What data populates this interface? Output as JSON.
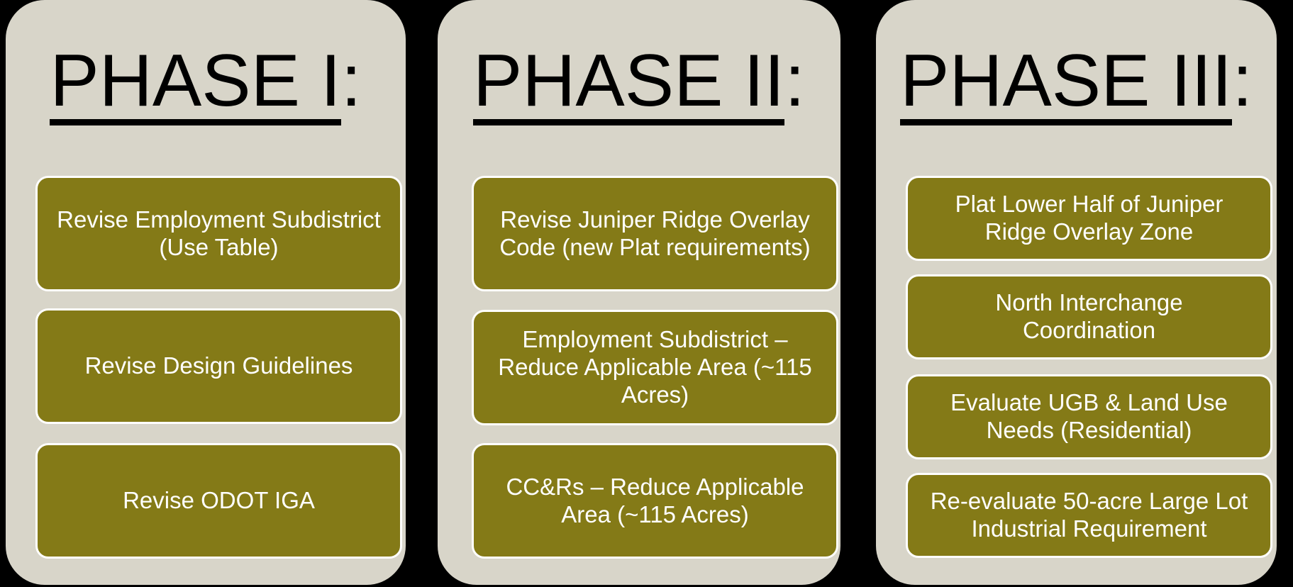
{
  "colors": {
    "background": "#000000",
    "column_bg": "#d8d5c9",
    "box_bg": "#847a17",
    "box_border": "#ffffff",
    "heading_text": "#000000",
    "box_text": "#ffffff"
  },
  "columns": [
    {
      "title": "PHASE I",
      "colon": ":",
      "items": [
        "Revise Employment Subdistrict (Use Table)",
        "Revise Design Guidelines",
        "Revise ODOT IGA"
      ]
    },
    {
      "title": "PHASE II",
      "colon": ":",
      "items": [
        "Revise Juniper Ridge Overlay Code (new Plat requirements)",
        "Employment Subdistrict – Reduce Applicable Area (~115 Acres)",
        "CC&Rs – Reduce Applicable Area (~115 Acres)"
      ]
    },
    {
      "title": "PHASE III",
      "colon": ":",
      "items": [
        "Plat Lower Half of Juniper Ridge Overlay Zone",
        "North Interchange Coordination",
        "Evaluate UGB & Land Use Needs (Residential)",
        "Re-evaluate 50-acre Large Lot Industrial Requirement"
      ]
    }
  ]
}
